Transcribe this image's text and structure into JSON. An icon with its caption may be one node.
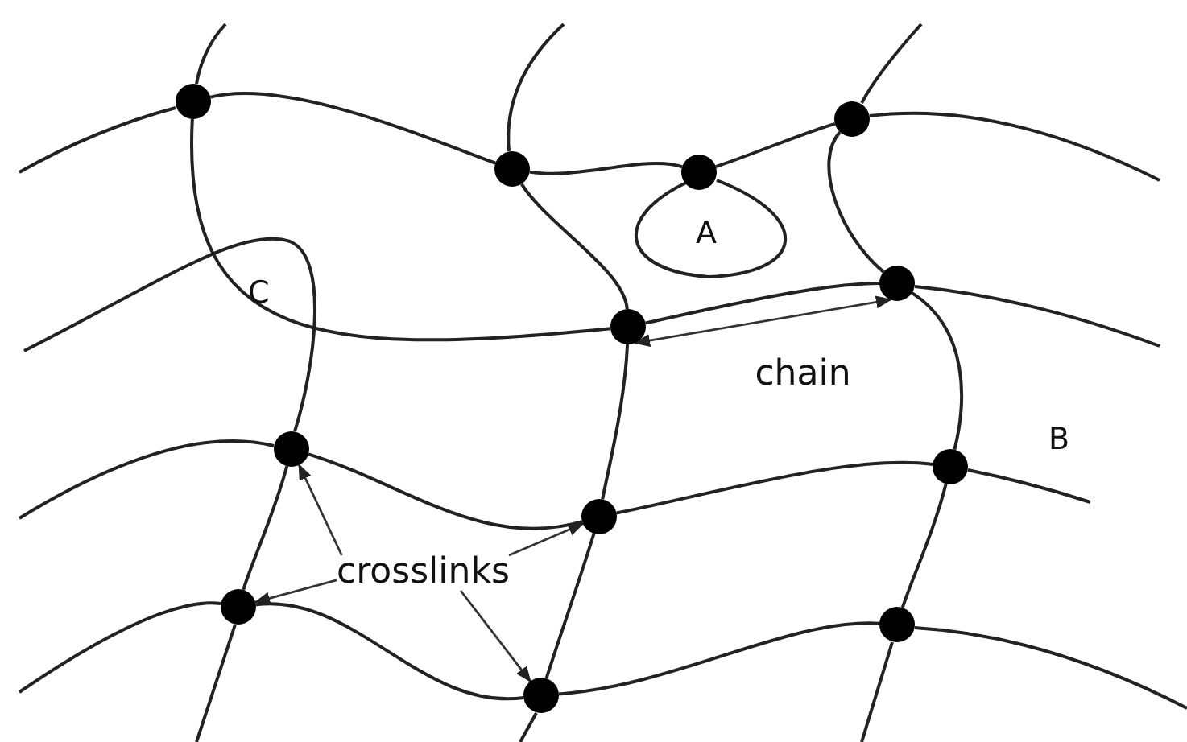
{
  "diagram": {
    "nodes": [
      {
        "text": [],
        "shape": "circle"
      },
      {
        "text": [],
        "shape": "circle"
      },
      {
        "text": [],
        "shape": "circle"
      },
      {
        "text": [],
        "shape": "circle"
      },
      {
        "text": [],
        "shape": "circle"
      },
      {
        "text": [],
        "shape": "circle"
      },
      {
        "text": [],
        "shape": "circle"
      },
      {
        "text": [],
        "shape": "circle"
      },
      {
        "text": [],
        "shape": "circle"
      },
      {
        "text": [],
        "shape": "circle"
      },
      {
        "text": [],
        "shape": "circle"
      },
      {
        "text": [],
        "shape": "circle"
      },
      {
        "text": [
          "crosslinks"
        ]
      }
    ],
    "edges": [
      {
        "from": 0,
        "to": 1,
        "arrow": "none"
      },
      {
        "from": 1,
        "to": 2,
        "arrow": "none"
      },
      {
        "from": 2,
        "to": 3,
        "arrow": "none"
      },
      {
        "from": 0,
        "to": 5,
        "arrow": "none"
      },
      {
        "from": 1,
        "to": 5,
        "arrow": "none"
      },
      {
        "from": 3,
        "to": 4,
        "arrow": "none"
      },
      {
        "from": 5,
        "to": 4,
        "arrow": "none"
      },
      {
        "from": 4,
        "to": 7,
        "arrow": "none"
      },
      {
        "from": 5,
        "to": 8,
        "arrow": "none"
      },
      {
        "from": 6,
        "to": 8,
        "arrow": "none"
      },
      {
        "from": 8,
        "to": 7,
        "arrow": "none"
      },
      {
        "from": 6,
        "to": 9,
        "arrow": "none"
      },
      {
        "from": 9,
        "to": 11,
        "arrow": "none"
      },
      {
        "from": 8,
        "to": 11,
        "arrow": "none"
      },
      {
        "from": 11,
        "to": 10,
        "arrow": "none"
      },
      {
        "from": 7,
        "to": 10,
        "arrow": "none"
      },
      {
        "from": 5,
        "to": 4,
        "arrow": "both",
        "label": "chain"
      },
      {
        "from": 12,
        "to": 6,
        "arrow": "to"
      },
      {
        "from": 12,
        "to": 9,
        "arrow": "to"
      },
      {
        "from": 12,
        "to": 8,
        "arrow": "to"
      },
      {
        "from": 12,
        "to": 11,
        "arrow": "to"
      }
    ],
    "labels": [
      "A",
      "C",
      "B"
    ]
  }
}
